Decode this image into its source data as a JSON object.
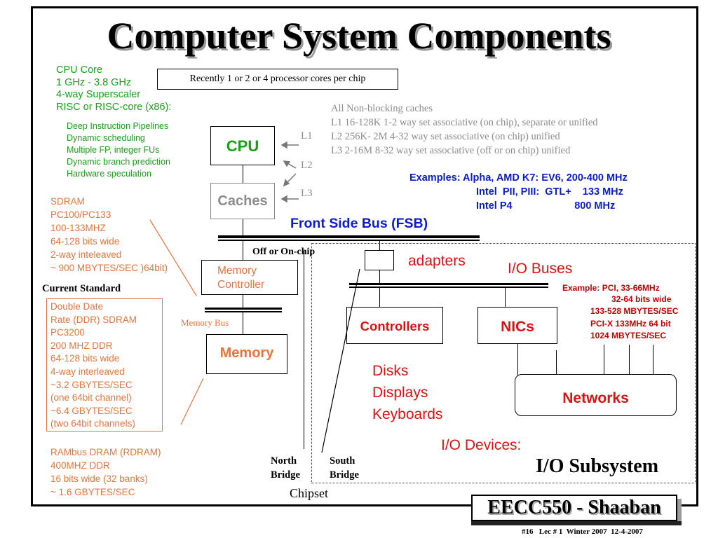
{
  "title": "Computer System Components",
  "cpu_core": {
    "heading": [
      "CPU Core",
      "1 GHz - 3.8 GHz",
      "4-way Superscaler",
      "RISC or RISC-core (x86):"
    ],
    "features": [
      "Deep Instruction Pipelines",
      "Dynamic scheduling",
      "Multiple FP, integer FUs",
      "Dynamic branch prediction",
      "Hardware speculation"
    ]
  },
  "cores_note": "Recently 1 or 2 or 4 processor cores per chip",
  "cache_info": [
    "All   Non-blocking caches",
    "L1     16-128K       1-2 way set associative (on chip), separate or unified",
    "L2    256K- 2M   4-32 way set associative  (on chip) unified",
    "L3    2-16M          8-32  way set associative  (off  or on chip) unified"
  ],
  "examples": [
    "Examples:  Alpha, AMD K7:  EV6,  200-400 MHz",
    "Intel  PII, PIII:  GTL+    133 MHz",
    "Intel P4                      800 MHz"
  ],
  "cache_levels": {
    "l1": "L1",
    "l2": "L2",
    "l3": "L3"
  },
  "boxes": {
    "cpu": "CPU",
    "caches": "Caches",
    "memory_controller": [
      "Memory",
      "Controller"
    ],
    "memory": "Memory",
    "controllers": "Controllers",
    "nics": "NICs",
    "networks": "Networks"
  },
  "fsb": "Front Side Bus (FSB)",
  "off_on_chip": "Off or On-chip",
  "adapters": "adapters",
  "io_buses": "I/O Buses",
  "pci_example": [
    "Example:  PCI,  33-66MHz",
    "32-64 bits wide",
    "133-528 MBYTES/SEC",
    "PCI-X 133MHz 64 bit",
    "1024 MBYTES/SEC"
  ],
  "sdram": [
    "SDRAM",
    "PC100/PC133",
    "100-133MHZ",
    "64-128 bits wide",
    "2-way inteleaved",
    "~ 900 MBYTES/SEC )64bit)"
  ],
  "current_standard": "Current Standard",
  "ddr": [
    "Double Date",
    "Rate  (DDR) SDRAM",
    "PC3200",
    "200 MHZ  DDR",
    "64-128 bits wide",
    "4-way interleaved",
    "~3.2  GBYTES/SEC",
    "(one 64bit channel)",
    "~6.4  GBYTES/SEC",
    "(two 64bit channels)"
  ],
  "rdram": [
    "RAMbus DRAM (RDRAM)",
    "400MHZ DDR",
    "16 bits wide (32 banks)",
    "~ 1.6 GBYTES/SEC"
  ],
  "memory_bus": "Memory Bus",
  "devices": [
    "Disks",
    "Displays",
    "Keyboards"
  ],
  "io_devices": "I/O Devices:",
  "io_subsystem": "I/O Subsystem",
  "north_bridge": [
    "North",
    "Bridge"
  ],
  "south_bridge": [
    "South",
    "Bridge"
  ],
  "chipset": "Chipset",
  "footer_title": "EECC550 - Shaaban",
  "footer_note": "#16   Lec # 1  Winter 2007  12-4-2007",
  "colors": {
    "green": "#19a019",
    "orange": "#e8743b",
    "blue": "#0a1ccf",
    "red": "#e01010",
    "gray": "#8c8c8c"
  }
}
